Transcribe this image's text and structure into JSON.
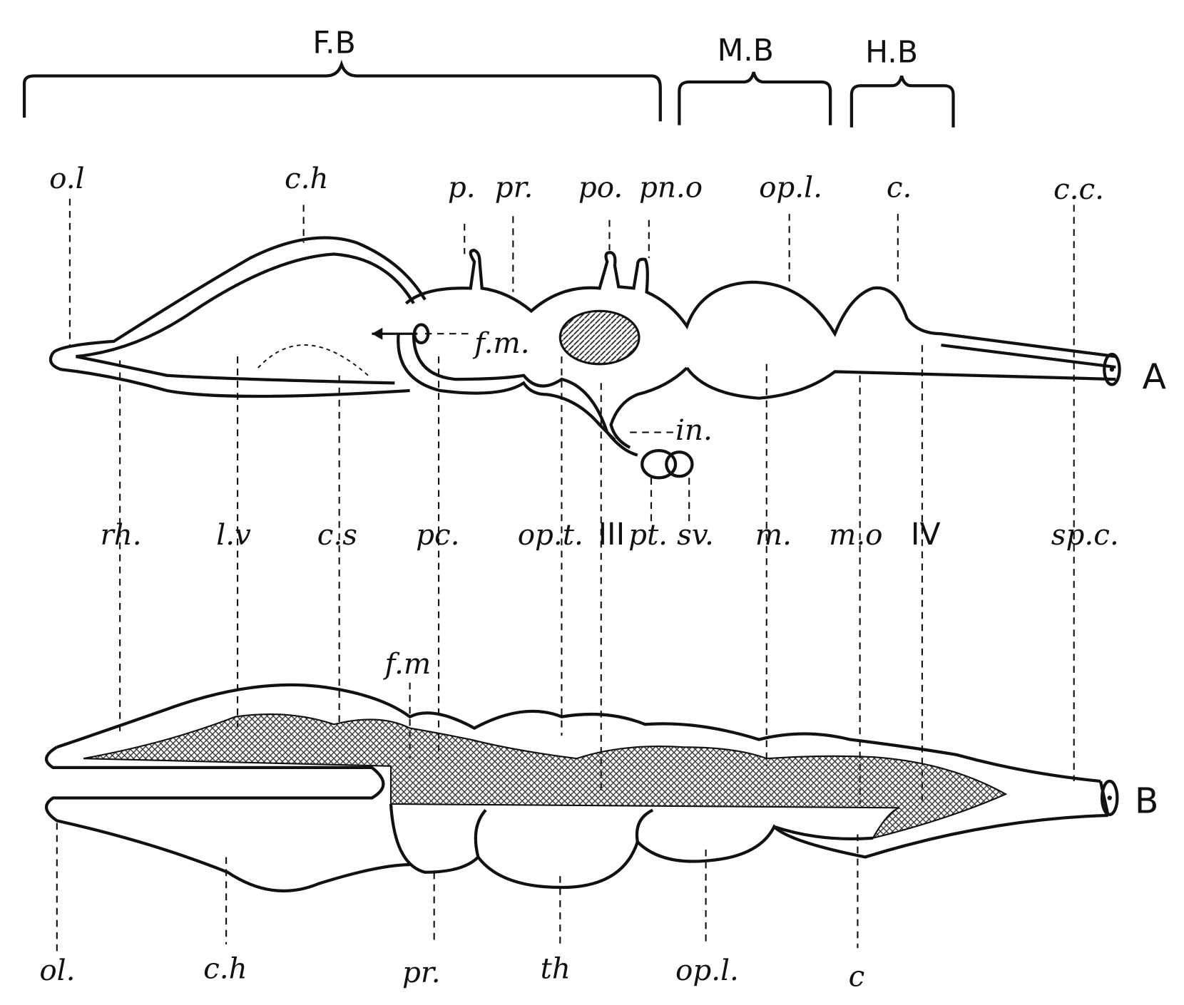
{
  "headers": {
    "forebrain": "F.B",
    "midbrain": "M.B",
    "hindbrain": "H.B"
  },
  "figures": {
    "a": "A",
    "b": "B"
  },
  "labels_a_top": [
    "o.l",
    "c.h",
    "p.",
    "pr.",
    "po.",
    "pn.o",
    "op.l.",
    "c.",
    "c.c."
  ],
  "labels_a_inner": {
    "fm": "f.m.",
    "in": "in."
  },
  "labels_mid": [
    "rh.",
    "l.v",
    "c.s",
    "pc.",
    "op.t.",
    "III",
    "pt.",
    "sv.",
    "m.",
    "m.o",
    "IV",
    "sp.c."
  ],
  "labels_b_inner": {
    "fm": "f.m"
  },
  "labels_b_bottom": [
    "ol.",
    "c.h",
    "pr.",
    "th",
    "op.l.",
    "c"
  ]
}
